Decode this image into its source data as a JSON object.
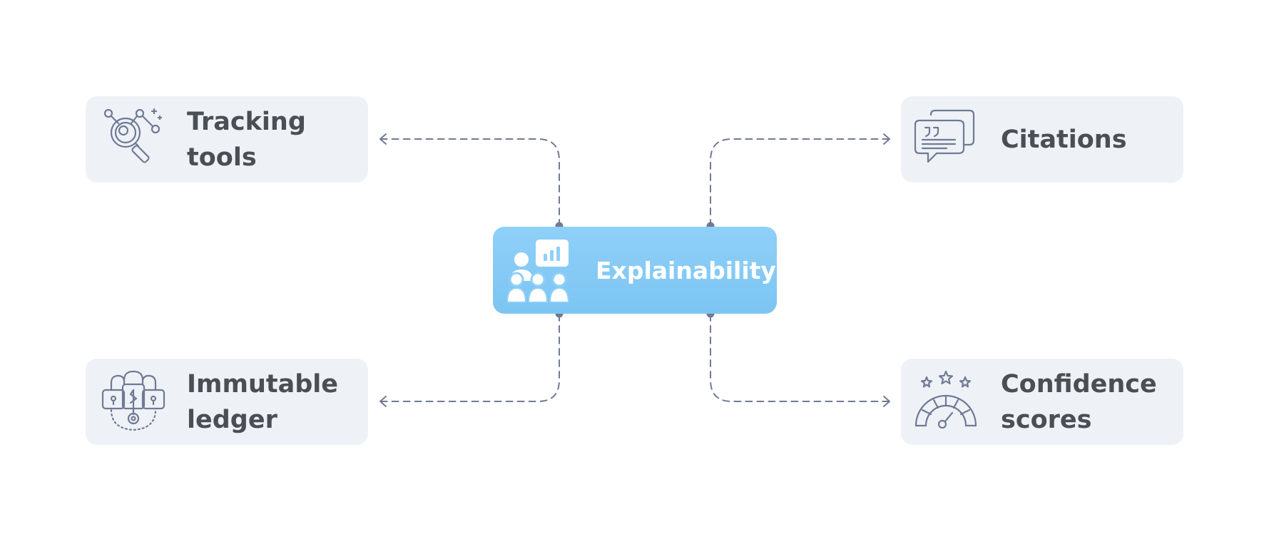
{
  "center": {
    "label": "Explainability",
    "icon": "team-presentation-icon"
  },
  "nodes": {
    "tracking": {
      "label": "Tracking tools",
      "icon": "tracking-search-icon"
    },
    "ledger": {
      "label": "Immutable ledger",
      "icon": "ledger-lock-icon"
    },
    "citations": {
      "label": "Citations",
      "icon": "quote-chat-icon"
    },
    "confidence": {
      "label": "Confidence scores",
      "icon": "gauge-stars-icon"
    }
  },
  "colors": {
    "center_fill": "#8fd0f8",
    "node_fill": "#eef2f7",
    "connector": "#6f7a94",
    "text": "#4a4e55"
  }
}
